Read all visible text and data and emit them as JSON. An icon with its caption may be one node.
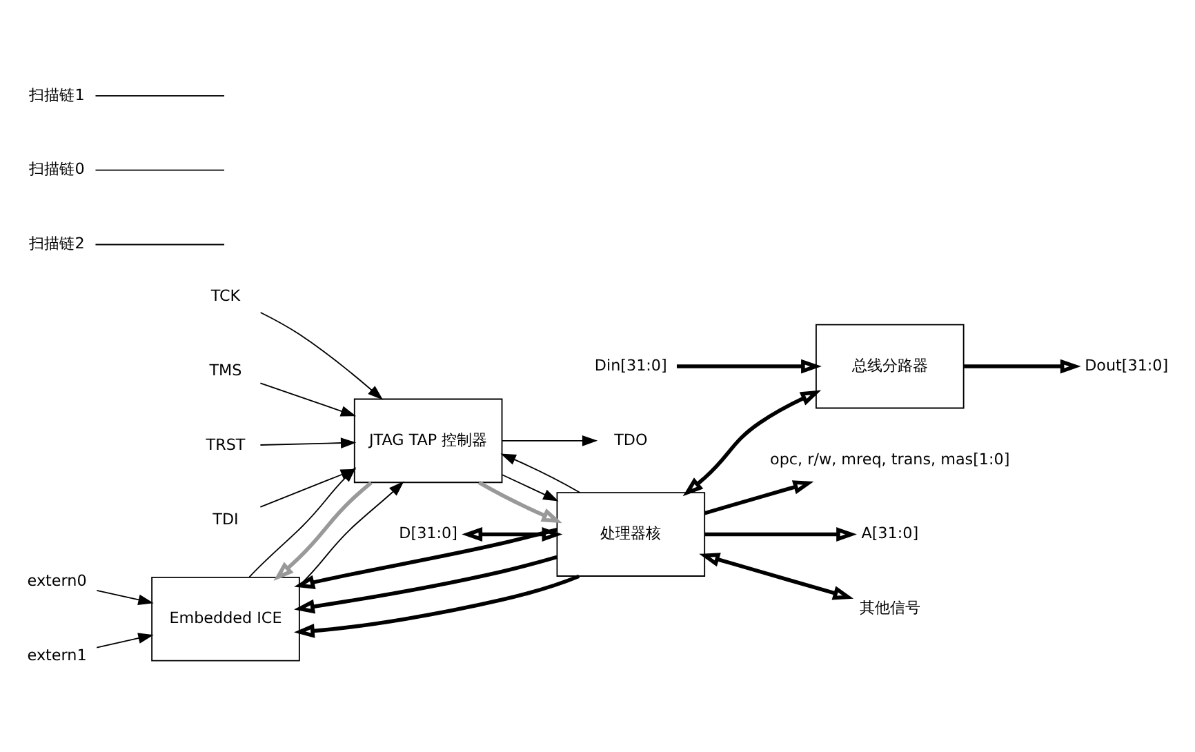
{
  "diagram": {
    "nodes": [
      {
        "text": [
          "Embedded ICE"
        ]
      },
      {
        "text": [
          "extern0"
        ]
      },
      {
        "text": [
          "extern1"
        ]
      },
      {
        "text": [
          "opc, r/w, mreq, trans, mas[1:0]"
        ]
      },
      {
        "text": [
          "A[31:0]"
        ]
      },
      {
        "text": [
          "D[31:0]"
        ]
      },
      {
        "text": [
          "处理器核"
        ]
      },
      {
        "text": [
          "其他信号"
        ]
      },
      {
        "text": [
          "Din[31:0]"
        ]
      },
      {
        "text": [
          "Dout[31:0]"
        ]
      },
      {
        "text": [
          "总线分路器"
        ]
      },
      {
        "text": [
          "JTAG TAP 控制器"
        ]
      },
      {
        "text": [
          "TCK"
        ]
      },
      {
        "text": [
          "TMS"
        ]
      },
      {
        "text": [
          "TRST"
        ]
      },
      {
        "text": [
          "TDI"
        ]
      },
      {
        "text": [
          "TDO"
        ]
      },
      {
        "text": [
          "扫描链2"
        ]
      },
      {
        "text": [
          "扫描链0"
        ]
      },
      {
        "text": [
          "扫描链1"
        ]
      }
    ],
    "edges": [
      {
        "from": 1,
        "to": 0,
        "arrow": "to"
      },
      {
        "from": 2,
        "to": 0,
        "arrow": "to"
      },
      {
        "from": 6,
        "to": 3,
        "arrow": "to",
        "style": "thick"
      },
      {
        "from": 6,
        "to": 4,
        "arrow": "to",
        "style": "thick"
      },
      {
        "from": 5,
        "to": 6,
        "arrow": "both",
        "style": "thick"
      },
      {
        "from": 6,
        "to": 0,
        "arrow": "to",
        "style": "thick"
      },
      {
        "from": 6,
        "to": 0,
        "arrow": "to",
        "style": "thick"
      },
      {
        "from": 6,
        "to": 0,
        "arrow": "to",
        "style": "thick"
      },
      {
        "from": 6,
        "to": 10,
        "arrow": "both",
        "style": "thick"
      },
      {
        "from": 8,
        "to": 10,
        "arrow": "to",
        "style": "thick"
      },
      {
        "from": 10,
        "to": 9,
        "arrow": "to",
        "style": "thick"
      },
      {
        "from": 6,
        "to": 7,
        "arrow": "both",
        "style": "thick"
      },
      {
        "from": 11,
        "to": 0,
        "arrow": "to",
        "style": "thick",
        "color": "#999999"
      },
      {
        "from": 11,
        "to": 6,
        "arrow": "to",
        "style": "thick",
        "color": "#999999"
      },
      {
        "from": 11,
        "to": 6,
        "arrow": "to"
      },
      {
        "from": 6,
        "to": 11,
        "arrow": "to"
      },
      {
        "from": 0,
        "to": 11,
        "arrow": "to"
      },
      {
        "from": 0,
        "to": 11,
        "arrow": "to"
      },
      {
        "from": 12,
        "to": 11,
        "arrow": "to"
      },
      {
        "from": 13,
        "to": 11,
        "arrow": "to"
      },
      {
        "from": 14,
        "to": 11,
        "arrow": "to"
      },
      {
        "from": 15,
        "to": 11,
        "arrow": "to"
      },
      {
        "from": 11,
        "to": 16,
        "arrow": "to"
      },
      {
        "from": 17,
        "to": null,
        "arrow": "none"
      },
      {
        "from": 18,
        "to": null,
        "arrow": "none"
      },
      {
        "from": 19,
        "to": null,
        "arrow": "none"
      }
    ]
  }
}
